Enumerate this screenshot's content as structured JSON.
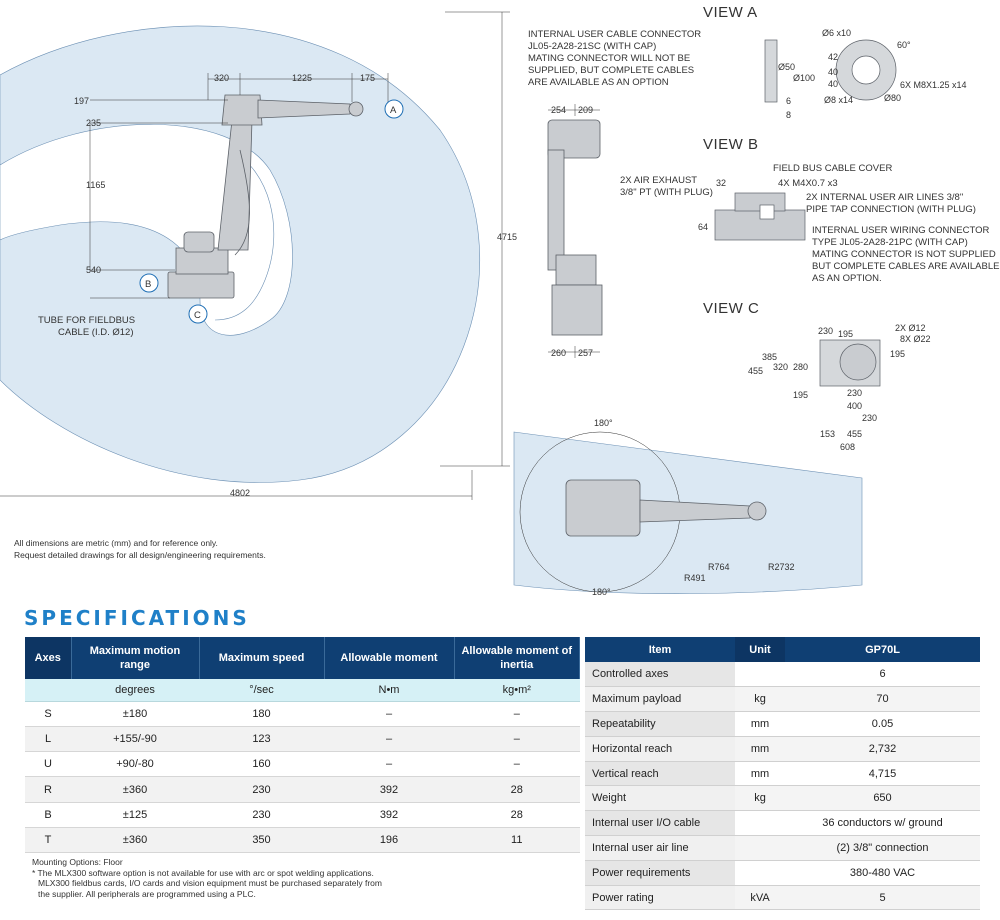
{
  "drawing": {
    "main_dims": [
      "320",
      "1225",
      "175",
      "197",
      "235",
      "1165",
      "540",
      "4715",
      "4802"
    ],
    "callouts": [
      "A",
      "B",
      "C"
    ],
    "tube_label": [
      "TUBE FOR FIELDBUS",
      "CABLE (I.D. Ø12)"
    ],
    "side_dims": [
      "254",
      "209",
      "260",
      "257"
    ],
    "side_notes": {
      "cable": [
        "INTERNAL USER CABLE CONNECTOR",
        "JL05-2A28-21SC (WITH CAP)",
        "MATING CONNECTOR WILL NOT BE",
        "SUPPLIED, BUT COMPLETE CABLES",
        "ARE AVAILABLE AS AN OPTION"
      ],
      "air": [
        "2X AIR EXHAUST",
        "3/8\" PT (WITH PLUG)"
      ]
    },
    "view_a": {
      "title": "VIEW A",
      "dims": [
        "Ø6 x10",
        "60°",
        "42",
        "40",
        "40",
        "Ø50",
        "Ø100",
        "6",
        "8",
        "6X M8X1.25 x14",
        "Ø8 x14",
        "Ø80"
      ]
    },
    "view_b": {
      "title": "VIEW B",
      "dims": [
        "32",
        "64"
      ],
      "notes": [
        "FIELD BUS CABLE COVER",
        "4X M4X0.7 x3",
        "2X INTERNAL USER AIR LINES 3/8\"",
        "PIPE TAP CONNECTION (WITH PLUG)",
        "INTERNAL USER WIRING CONNECTOR",
        "TYPE JL05-2A28-21PC (WITH CAP)",
        "MATING CONNECTOR IS NOT SUPPLIED",
        "BUT COMPLETE CABLES ARE AVAILABLE",
        "AS AN OPTION."
      ]
    },
    "view_c": {
      "title": "VIEW C",
      "dims": [
        "230",
        "195",
        "2X Ø12",
        "8X Ø22",
        "195",
        "385",
        "320",
        "280",
        "455",
        "195",
        "230",
        "400",
        "230",
        "153",
        "455",
        "608"
      ]
    },
    "top_view": {
      "labels": [
        "180°",
        "180°",
        "R764",
        "R491",
        "R2732"
      ]
    }
  },
  "notes": {
    "line1": "All dimensions are metric (mm) and for reference only.",
    "line2": "Request detailed drawings for all design/engineering requirements."
  },
  "specs_title": "SPECIFICATIONS",
  "axes_table": {
    "headers": [
      "Axes",
      "Maximum motion range",
      "Maximum speed",
      "Allowable moment",
      "Allowable moment of inertia"
    ],
    "units": [
      "",
      "degrees",
      "°/sec",
      "N•m",
      "kg•m²"
    ],
    "rows": [
      [
        "S",
        "±180",
        "180",
        "–",
        "–"
      ],
      [
        "L",
        "+155/-90",
        "123",
        "–",
        "–"
      ],
      [
        "U",
        "+90/-80",
        "160",
        "–",
        "–"
      ],
      [
        "R",
        "±360",
        "230",
        "392",
        "28"
      ],
      [
        "B",
        "±125",
        "230",
        "392",
        "28"
      ],
      [
        "T",
        "±360",
        "350",
        "196",
        "11"
      ]
    ]
  },
  "item_table": {
    "headers": [
      "Item",
      "Unit",
      "GP70L"
    ],
    "rows": [
      [
        "Controlled axes",
        "",
        "6"
      ],
      [
        "Maximum payload",
        "kg",
        "70"
      ],
      [
        "Repeatability",
        "mm",
        "0.05"
      ],
      [
        "Horizontal reach",
        "mm",
        "2,732"
      ],
      [
        "Vertical reach",
        "mm",
        "4,715"
      ],
      [
        "Weight",
        "kg",
        "650"
      ],
      [
        "Internal user I/O cable",
        "",
        "36 conductors w/ ground"
      ],
      [
        "Internal user air line",
        "",
        "(2) 3/8\" connection"
      ],
      [
        "Power requirements",
        "",
        "380-480 VAC"
      ],
      [
        "Power rating",
        "kVA",
        "5"
      ]
    ]
  },
  "footnotes": {
    "mounting": "Mounting Options: Floor",
    "note1": "* The MLX300 software option is not available for use with arc or spot welding applications.",
    "note2": "MLX300 fieldbus cards, I/O cards and vision equipment must be purchased separately from",
    "note3": "the supplier. All peripherals are programmed using a PLC."
  }
}
